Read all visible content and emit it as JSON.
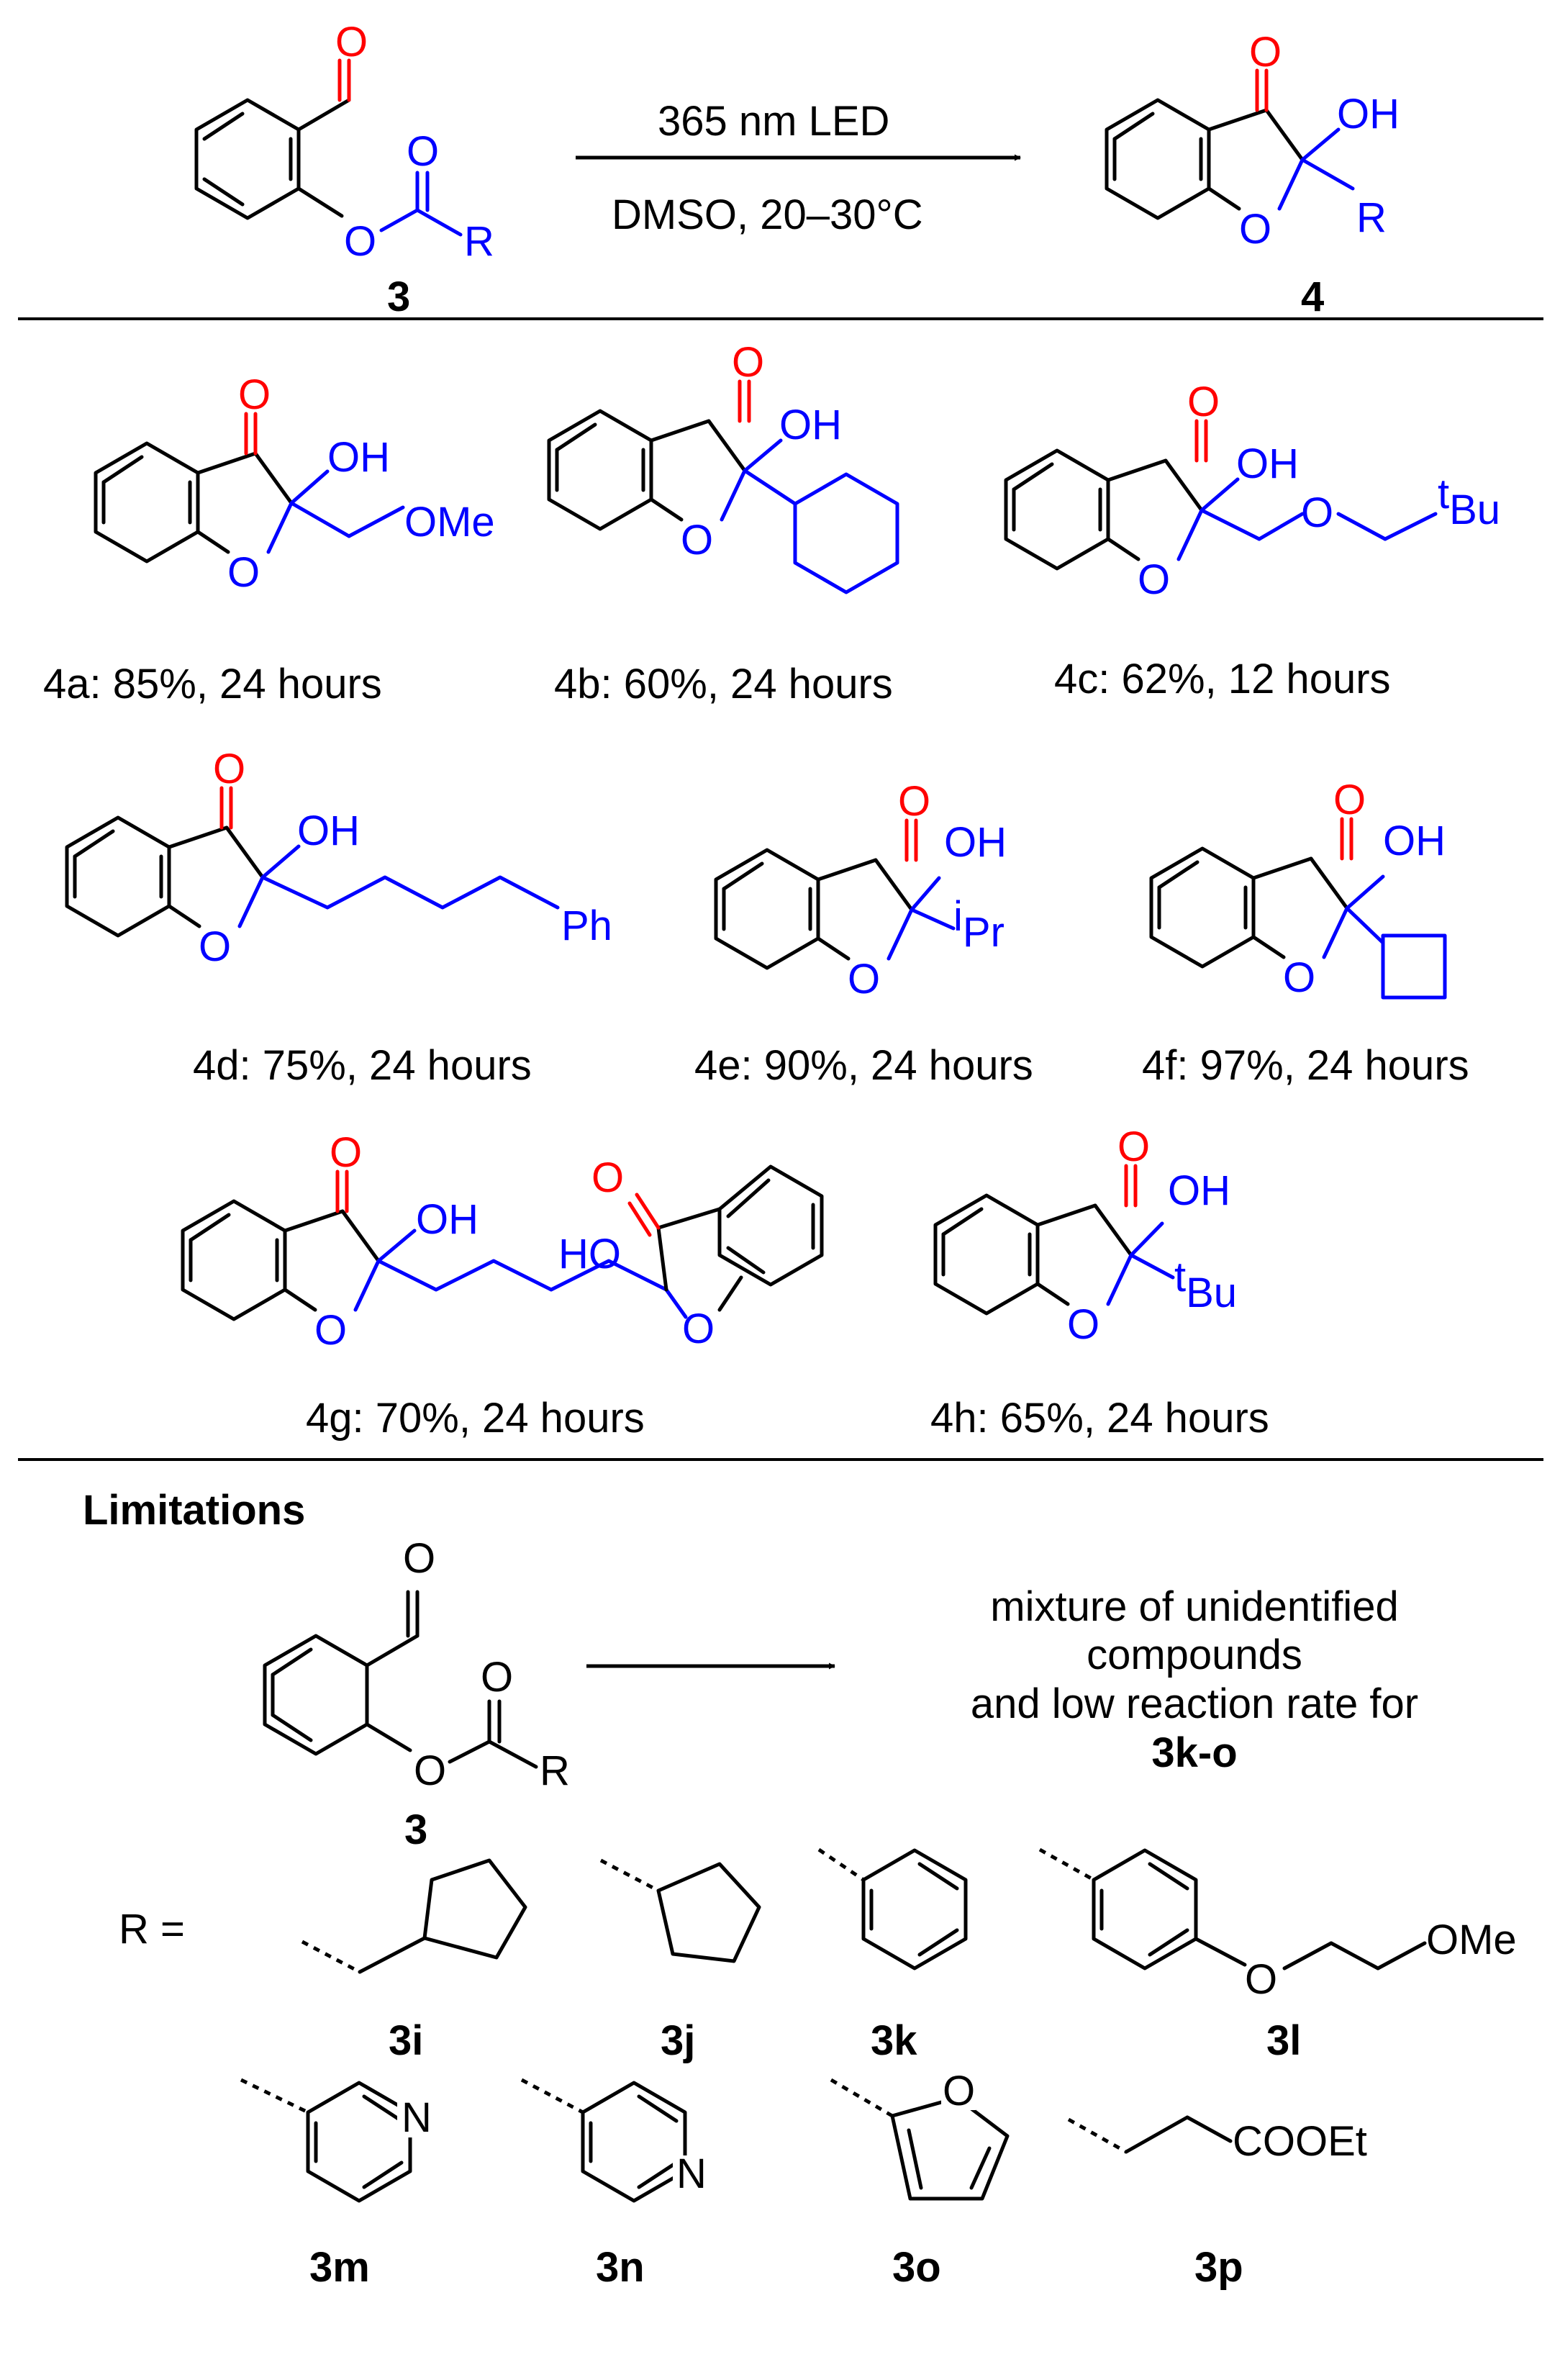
{
  "colors": {
    "oxygen": "#ff0000",
    "substituent": "#0000ff",
    "bond": "#000000"
  },
  "reaction": {
    "conditions_top": "365 nm LED",
    "conditions_bottom": "DMSO, 20–30°C",
    "reactant_label": "3",
    "product_label": "4",
    "atoms": {
      "O": "O",
      "R": "R",
      "OH": "OH"
    }
  },
  "products": [
    {
      "id": "4a",
      "rest": ": 85%, 24 hours",
      "subst": "OMe"
    },
    {
      "id": "4b",
      "rest": ": 60%, 24 hours",
      "subst": "cyclohexyl"
    },
    {
      "id": "4c",
      "rest": ": 62%, 12 hours",
      "subst": "Bu",
      "sup": "t"
    },
    {
      "id": "4d",
      "rest": ": 75%, 24 hours",
      "subst": "Ph"
    },
    {
      "id": "4e",
      "rest": ": 90%, 24 hours",
      "subst": "Pr",
      "sup": "i"
    },
    {
      "id": "4f",
      "rest": ": 97%, 24 hours",
      "subst": "cyclobutyl"
    },
    {
      "id": "4g",
      "rest": ": 70%, 24 hours",
      "subst": "HO"
    },
    {
      "id": "4h",
      "rest": ": 65%, 24 hours",
      "subst": "Bu",
      "sup": "t"
    }
  ],
  "limitations": {
    "heading": "Limitations",
    "result_lines": [
      "mixture of unidentified",
      "compounds",
      "and low reaction rate for"
    ],
    "result_compounds": "3k-o",
    "reactant_label": "3",
    "r_equals": "R =",
    "groups": [
      {
        "id": "3i"
      },
      {
        "id": "3j"
      },
      {
        "id": "3k"
      },
      {
        "id": "3l",
        "text": "OMe"
      },
      {
        "id": "3m",
        "text": "N"
      },
      {
        "id": "3n",
        "text": "N"
      },
      {
        "id": "3o",
        "text": "O"
      },
      {
        "id": "3p",
        "text": "COOEt"
      }
    ]
  }
}
